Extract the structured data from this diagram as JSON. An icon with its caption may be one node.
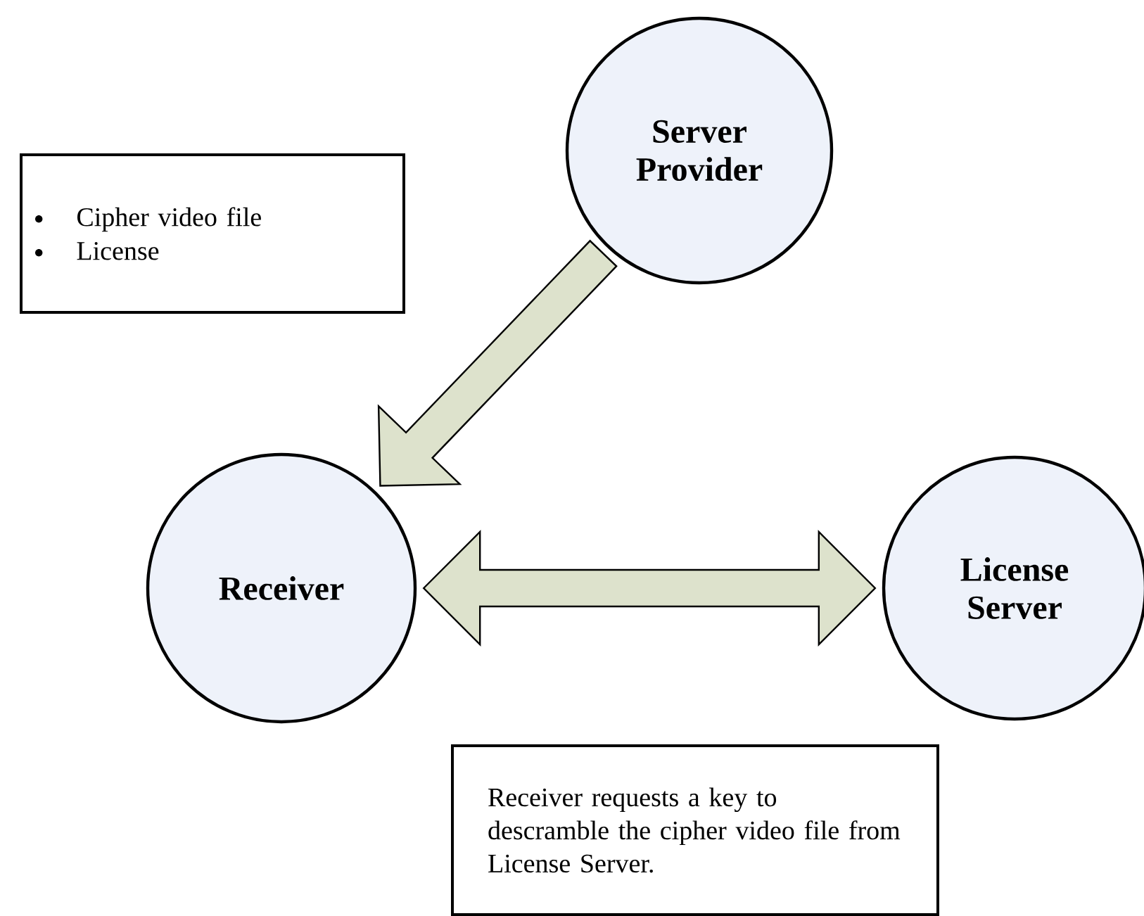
{
  "diagram": {
    "nodes": [
      {
        "text": [
          "Server Provider"
        ]
      },
      {
        "text": [
          "Cipher video file",
          "License"
        ]
      },
      {
        "text": [
          "Receiver"
        ]
      },
      {
        "text": [
          "License Server"
        ]
      },
      {
        "text": [
          "Receiver requests  a key to descramble the cipher video file from License Server."
        ]
      }
    ],
    "edges": [
      {
        "from": 0,
        "to": 2,
        "arrow": "to"
      },
      {
        "from": 2,
        "to": 3,
        "arrow": "both"
      }
    ]
  }
}
